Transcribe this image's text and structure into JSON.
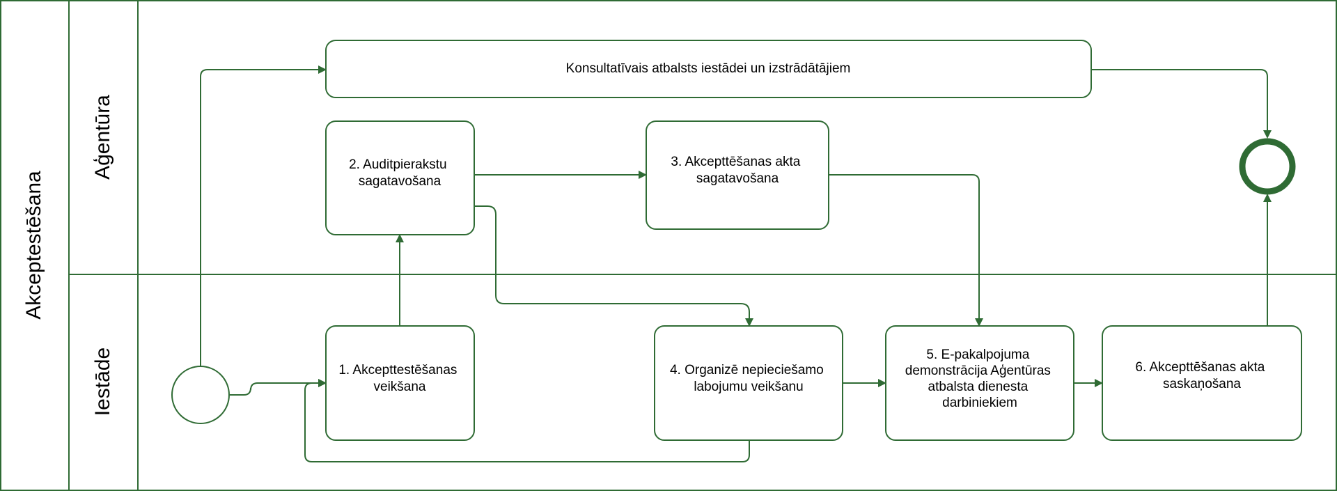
{
  "colors": {
    "stroke": "#2f6b34",
    "background": "#ffffff",
    "text": "#000000"
  },
  "pool": {
    "label": "Akceptestēšana"
  },
  "lanes": [
    {
      "label": "Aģentūra"
    },
    {
      "label": "Iestāde"
    }
  ],
  "events": {
    "start": {
      "type": "start-event"
    },
    "end": {
      "type": "end-event"
    }
  },
  "tasks": {
    "consult": {
      "lines": [
        "Konsultatīvais atbalsts iestādei un izstrādātājiem"
      ]
    },
    "t1": {
      "lines": [
        "1. Akcepttestēšanas",
        "veikšana"
      ]
    },
    "t2": {
      "lines": [
        "2. Auditpierakstu",
        "sagatavošana"
      ]
    },
    "t3": {
      "lines": [
        "3. Akcepttēšanas akta",
        "sagatavošana"
      ]
    },
    "t4": {
      "lines": [
        "4. Organizē nepieciešamo",
        "labojumu veikšanu"
      ]
    },
    "t5": {
      "lines": [
        "5. E-pakalpojuma",
        "demonstrācija Aģentūras",
        "atbalsta dienesta",
        "darbiniekiem"
      ]
    },
    "t6": {
      "lines": [
        "6. Akcepttēšanas akta",
        "saskaņošana"
      ]
    }
  }
}
